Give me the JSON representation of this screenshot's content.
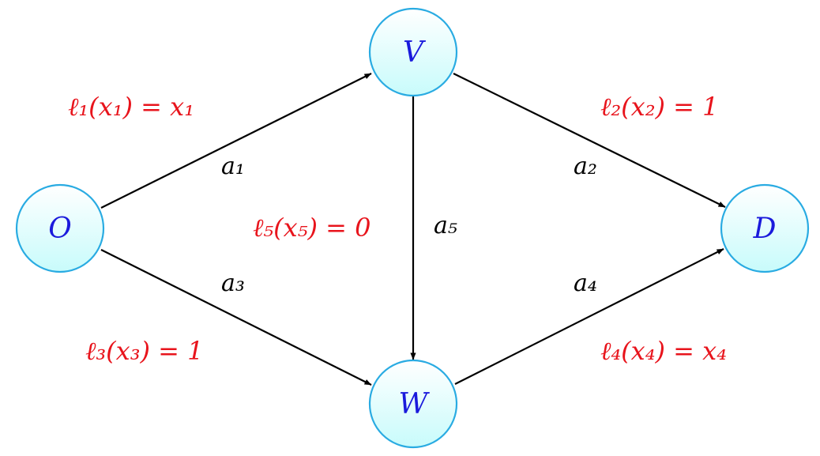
{
  "colors": {
    "node_fill_top": "#ffffff",
    "node_fill_bottom": "#c8fbfb",
    "node_stroke": "#29abe2",
    "node_text": "#1a1adc",
    "edge": "#000000",
    "latency_text": "#e8141c"
  },
  "nodes": {
    "O": {
      "label": "O"
    },
    "V": {
      "label": "V"
    },
    "W": {
      "label": "W"
    },
    "D": {
      "label": "D"
    }
  },
  "edges": {
    "a1": {
      "from": "O",
      "to": "V",
      "label": "a₁",
      "latency": "ℓ₁(x₁) = x₁"
    },
    "a2": {
      "from": "V",
      "to": "D",
      "label": "a₂",
      "latency": "ℓ₂(x₂) = 1"
    },
    "a3": {
      "from": "O",
      "to": "W",
      "label": "a₃",
      "latency": "ℓ₃(x₃) = 1"
    },
    "a4": {
      "from": "W",
      "to": "D",
      "label": "a₄",
      "latency": "ℓ₄(x₄) = x₄"
    },
    "a5": {
      "from": "V",
      "to": "W",
      "label": "a₅",
      "latency": "ℓ₅(x₅) = 0"
    }
  }
}
